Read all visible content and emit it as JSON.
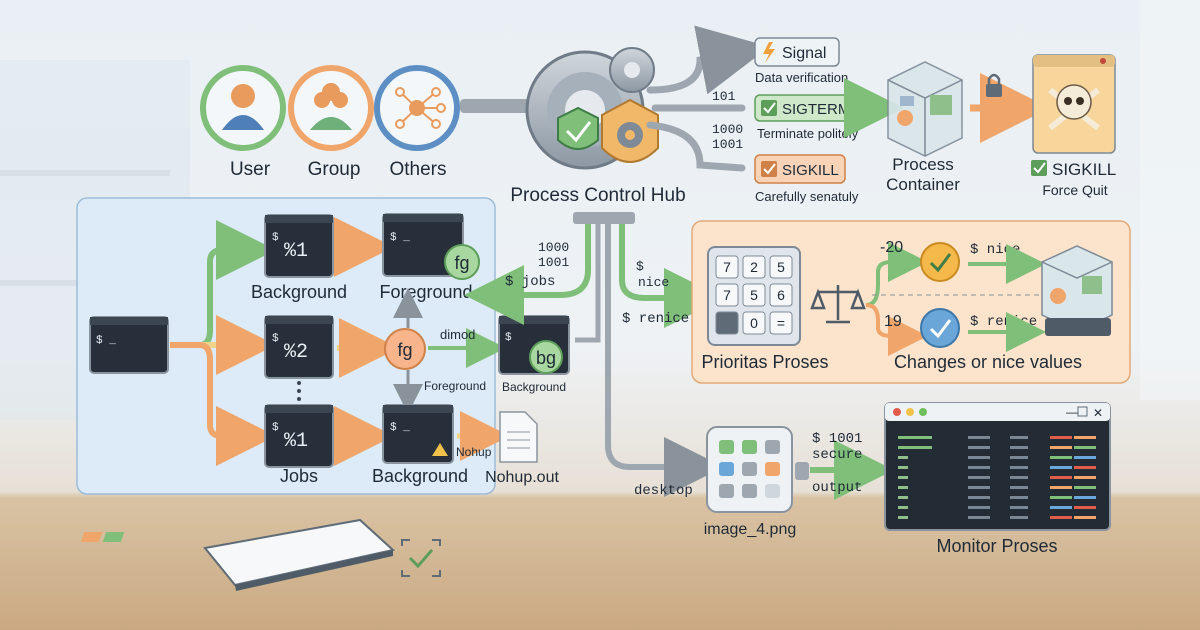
{
  "users": {
    "user": "User",
    "group": "Group",
    "others": "Others"
  },
  "hub": {
    "label": "Process Control Hub"
  },
  "signals": {
    "signal": "Signal",
    "signal_desc": "Data verification",
    "sigterm": "SIGTERM",
    "sigterm_desc": "Terminate politely",
    "sigkill": "SIGKILL",
    "sigkill_desc": "Carefully senatuly",
    "bin_101": "101",
    "bin_1000": "1000",
    "bin_1001": "1001"
  },
  "container": {
    "label_line1": "Process",
    "label_line2": "Container"
  },
  "force_quit": {
    "sigkill": "SIGKILL",
    "label": "Force Quit"
  },
  "jobs_panel": {
    "prompt": "$ _",
    "job1": "%1",
    "job2": "%2",
    "job3": "%1",
    "background_top": "Background",
    "foreground": "Foreground",
    "jobs": "Jobs",
    "background_bottom": "Background",
    "fg": "fg",
    "fg_badge": "fg",
    "bg": "bg",
    "dimod": "dimod",
    "fg_arrow_label": "Foreground",
    "bg_label": "Background",
    "nohup": "Nohup",
    "nohup_file": "Nohup.out",
    "dollar": "$"
  },
  "hub_labels": {
    "bin_1000": "1000",
    "bin_1001": "1001",
    "jobs_cmd": "$ jobs",
    "nice_cmd_line1": "$",
    "nice_cmd_line2": "nice",
    "renice_cmd": "$ renice",
    "desktop": "desktop"
  },
  "priority": {
    "keypad": [
      "7",
      "2",
      "5",
      "7",
      "5",
      "6",
      "",
      "0",
      "="
    ],
    "label": "Prioritas Proses",
    "neg20": "-20",
    "val19": "19",
    "nice_cmd": "$ nice",
    "renice_cmd": "$ renice",
    "changes_label": "Changes or nice values"
  },
  "image": {
    "label": "image_4.png"
  },
  "secure": {
    "line1": "$ 1001",
    "line2": "secure",
    "line3": "output"
  },
  "monitor": {
    "label": "Monitor Proses"
  },
  "colors": {
    "green": "#7fbf7a",
    "orange": "#f0a56a",
    "blue_panel": "#dcebf7",
    "orange_panel": "#fbe3cc"
  }
}
